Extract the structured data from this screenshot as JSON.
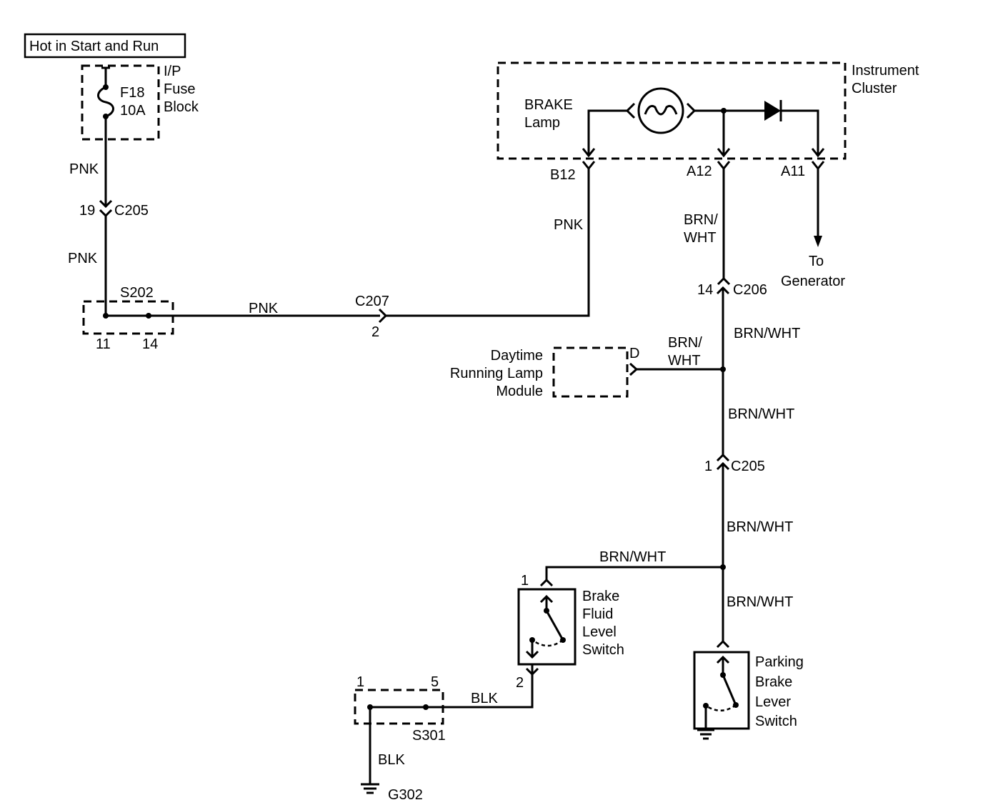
{
  "power_source": {
    "label": "Hot in Start and Run"
  },
  "fuse_block": {
    "name_lines": [
      "I/P",
      "Fuse",
      "Block"
    ],
    "fuse_id": "F18",
    "fuse_rating": "10A"
  },
  "wire_colors": {
    "pink": "PNK",
    "brown_white": "BRN/WHT",
    "brown_white_split": [
      "BRN/",
      "WHT"
    ],
    "black": "BLK"
  },
  "connectors": {
    "c205_upper": {
      "pin": "19",
      "name": "C205"
    },
    "c207": {
      "name": "C207",
      "pin": "2"
    },
    "c206": {
      "pin": "14",
      "name": "C206"
    },
    "c205_lower": {
      "pin": "1",
      "name": "C205"
    }
  },
  "splices": {
    "s202": {
      "name": "S202",
      "pins": [
        "11",
        "14"
      ]
    },
    "s301": {
      "name": "S301",
      "pins": [
        "1",
        "5"
      ]
    }
  },
  "instrument_cluster": {
    "name_lines": [
      "Instrument",
      "Cluster"
    ],
    "lamp_lines": [
      "BRAKE",
      "Lamp"
    ],
    "pins": [
      "B12",
      "A12",
      "A11"
    ],
    "to_generator_lines": [
      "To",
      "Generator"
    ]
  },
  "drl_module": {
    "name_lines": [
      "Daytime",
      "Running Lamp",
      "Module"
    ],
    "pin": "D"
  },
  "brake_fluid_level_switch": {
    "name_lines": [
      "Brake",
      "Fluid",
      "Level",
      "Switch"
    ],
    "pins": [
      "1",
      "2"
    ]
  },
  "parking_brake_lever_switch": {
    "name_lines": [
      "Parking",
      "Brake",
      "Lever",
      "Switch"
    ]
  },
  "ground": {
    "name": "G302"
  }
}
